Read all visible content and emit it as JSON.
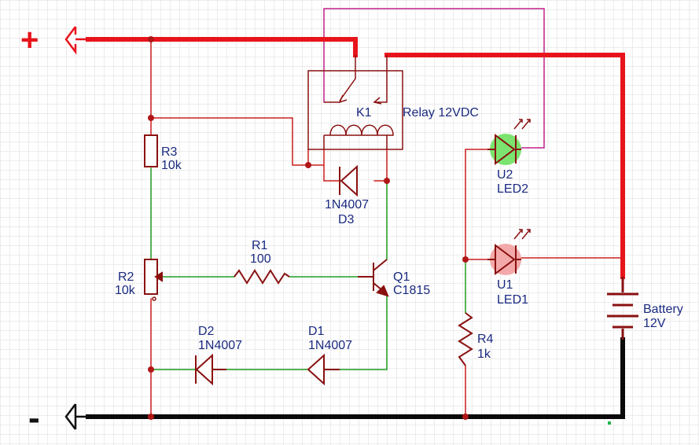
{
  "supply": {
    "plus": "+",
    "minus": "-"
  },
  "relay": {
    "ref": "K1",
    "value": "Relay 12VDC"
  },
  "r3": {
    "ref": "R3",
    "value": "10k"
  },
  "r2": {
    "ref": "R2",
    "value": "10k"
  },
  "r1": {
    "ref": "R1",
    "value": "100"
  },
  "r4": {
    "ref": "R4",
    "value": "1k"
  },
  "d3": {
    "value": "1N4007",
    "ref": "D3"
  },
  "d2": {
    "ref": "D2",
    "value": "1N4007"
  },
  "d1": {
    "ref": "D1",
    "value": "1N4007"
  },
  "q1": {
    "ref": "Q1",
    "value": "C1815"
  },
  "u2": {
    "ref": "U2",
    "value": "LED2"
  },
  "u1": {
    "ref": "U1",
    "value": "LED1"
  },
  "battery": {
    "ref": "Battery",
    "value": "12V"
  },
  "colors": {
    "positive_rail": "#e8141c",
    "negative_rail": "#0a0a0a",
    "wire_red": "#cc1f1f",
    "wire_green": "#1f9c1f",
    "wire_magenta": "#c0208a",
    "component": "#8a1010",
    "label_text": "#1a2a80",
    "led_green": "#7be36f",
    "led_red": "#f3a9a9"
  }
}
